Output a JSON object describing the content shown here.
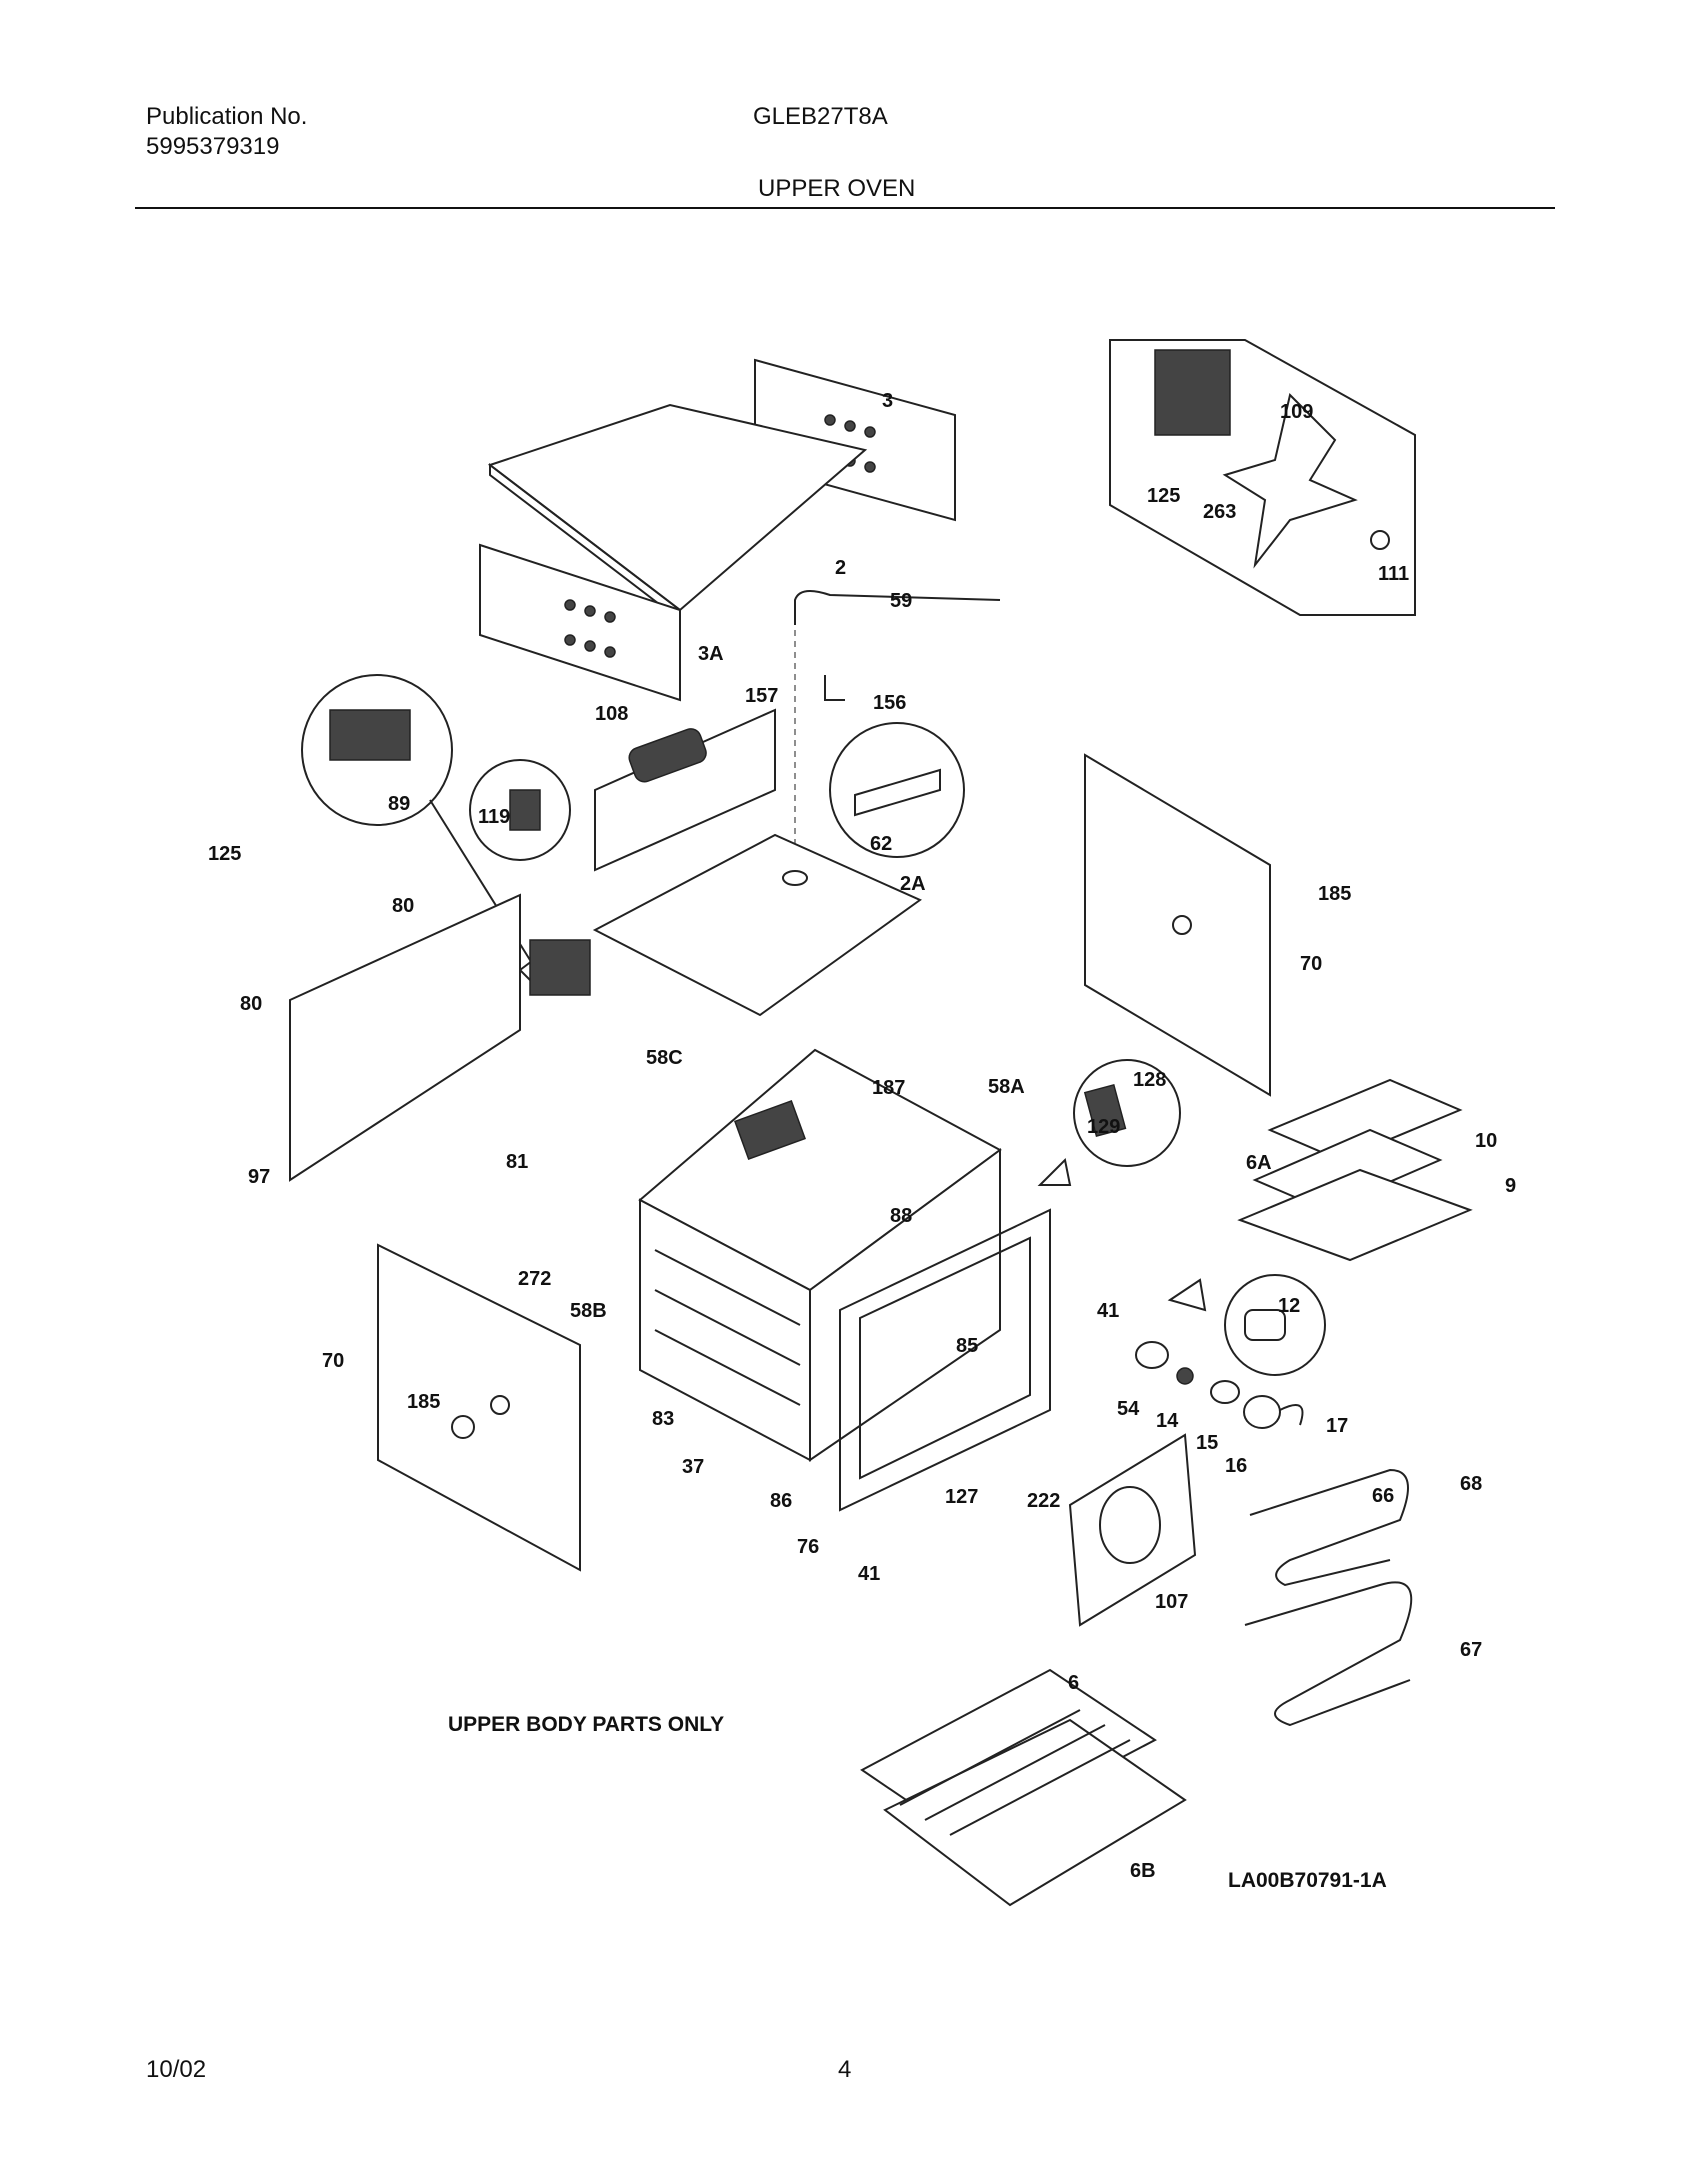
{
  "header": {
    "publication_label": "Publication No.",
    "publication_number": "5995379319",
    "model": "GLEB27T8A",
    "section_title": "UPPER OVEN"
  },
  "footer": {
    "date": "10/02",
    "page_number": "4"
  },
  "diagram": {
    "note": "UPPER BODY PARTS ONLY",
    "figure_code": "LA00B70791-1A",
    "callouts": [
      "3",
      "2",
      "3A",
      "59",
      "156",
      "157",
      "108",
      "119",
      "62",
      "89",
      "2A",
      "125",
      "80",
      "80",
      "97",
      "81",
      "58C",
      "58A",
      "187",
      "88",
      "128",
      "129",
      "272",
      "58B",
      "83",
      "70",
      "185",
      "70",
      "185",
      "6A",
      "10",
      "9",
      "12",
      "41",
      "85",
      "54",
      "14",
      "15",
      "16",
      "17",
      "37",
      "86",
      "76",
      "127",
      "222",
      "41",
      "107",
      "66",
      "68",
      "67",
      "6",
      "6B",
      "125",
      "263",
      "109",
      "111"
    ]
  }
}
